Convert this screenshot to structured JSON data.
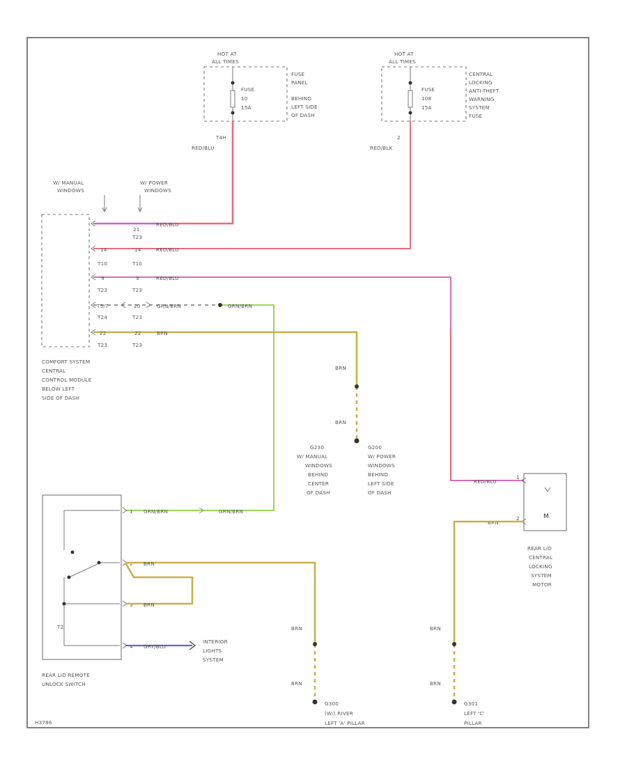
{
  "fuse_left": {
    "hot_label": "HOT AT",
    "hot_sub": "ALL TIMES",
    "fuse_label": "FUSE",
    "fuse_number": "10",
    "fuse_amps": "15A",
    "location": [
      "FUSE",
      "PANEL",
      "BEHIND",
      "LEFT SIDE",
      "OF DASH"
    ],
    "circuit": "T4H",
    "wire": "RED/BLU"
  },
  "fuse_right": {
    "hot_label": "HOT AT",
    "hot_sub": "ALL TIMES",
    "fuse_label": "FUSE",
    "fuse_number": "108",
    "fuse_amps": "15A",
    "location": [
      "CENTRAL",
      "LOCKING",
      "ANTI-THEFT",
      "WARNING",
      "SYSTEM",
      "FUSE"
    ],
    "circuit": "2",
    "wire": "RED/BLK"
  },
  "window_labels": {
    "manual": [
      "W/ MANUAL",
      "WINDOWS"
    ],
    "power": [
      "W/ POWER",
      "WINDOWS"
    ]
  },
  "ccm": {
    "label": [
      "COMFORT SYSTEM",
      "CENTRAL",
      "CONTROL MODULE",
      "BELOW LEFT",
      "SIDE OF DASH"
    ],
    "rows": [
      {
        "pin_a": "",
        "conn_a": "",
        "pin_b": "21",
        "conn_b": "T23",
        "wire": "RED/BLU"
      },
      {
        "pin_a": "14",
        "conn_a": "T10",
        "pin_b": "14",
        "conn_b": "T10",
        "wire": "RED/BLU"
      },
      {
        "pin_a": "9",
        "conn_a": "T23",
        "pin_b": "9",
        "conn_b": "T23",
        "wire": "RED/BLU"
      },
      {
        "pin_a": "T5/7",
        "conn_a": "T24",
        "pin_b": "20",
        "conn_b": "T23",
        "wire": "GRN/BRN"
      },
      {
        "pin_a": "22",
        "conn_a": "T23",
        "pin_b": "22",
        "conn_b": "T23",
        "wire": "BRN"
      }
    ],
    "green_cont": "GRN/BRN"
  },
  "ground_center": {
    "wire_top": "BRN",
    "wire_bottom": "BRN",
    "g_manual": [
      "G230",
      "W/ MANUAL",
      "WINDOWS",
      "BEHIND",
      "CENTER",
      "OF DASH"
    ],
    "g_power": [
      "G200",
      "W/ POWER",
      "WINDOWS",
      "BEHIND",
      "LEFT SIDE",
      "OF DASH"
    ]
  },
  "motor": {
    "label": [
      "REAR LID",
      "CENTRAL",
      "LOCKING",
      "SYSTEM",
      "MOTOR"
    ],
    "pin1": "1",
    "pin2": "2",
    "wire_in": "RED/BLU",
    "wire_gnd": "BRN",
    "symbol": "M"
  },
  "switch": {
    "label": [
      "REAR LID REMOTE",
      "UNLOCK SWITCH"
    ],
    "pins": [
      "1",
      "2",
      "3",
      "4"
    ],
    "wires": [
      "GRN/BRN",
      "BRN",
      "BRN",
      "GRY/BLU"
    ],
    "green_cont": "GRN/BRN",
    "connector_mark": "T2",
    "interior": [
      "INTERIOR",
      "LIGHTS",
      "SYSTEM"
    ]
  },
  "ground_bottom_left": {
    "wire_top": "BRN",
    "wire_bottom": "BRN",
    "label": [
      "G300",
      "(W/) RIVER",
      "LEFT 'A' PILLAR"
    ]
  },
  "ground_bottom_right": {
    "wire_top": "BRN",
    "wire_bottom": "BRN",
    "label": [
      "G301",
      "LEFT 'C'",
      "PILLAR"
    ]
  },
  "footer": "H3786"
}
